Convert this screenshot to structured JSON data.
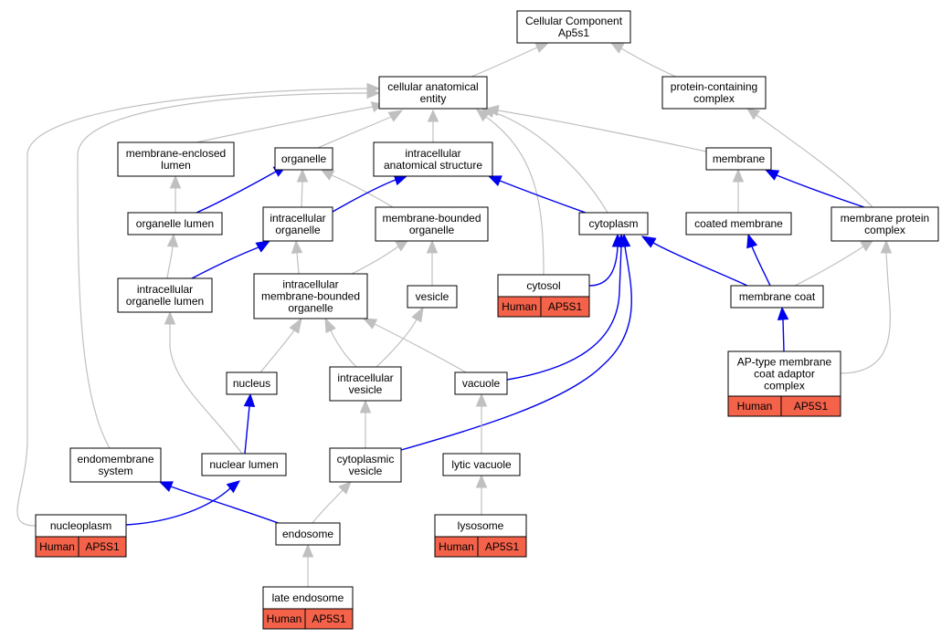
{
  "colors": {
    "node_fill": "#ffffff",
    "annotation_fill": "#f4624a",
    "is_a_edge": "#c0c0c0",
    "part_of_edge": "#0000ee"
  },
  "nodes": {
    "cellular_component": {
      "lines": [
        "Cellular Component",
        "Ap5s1"
      ]
    },
    "cellular_anatomical_entity": {
      "lines": [
        "cellular anatomical",
        "entity"
      ]
    },
    "protein_containing_complex": {
      "lines": [
        "protein-containing",
        "complex"
      ]
    },
    "membrane_enclosed_lumen": {
      "lines": [
        "membrane-enclosed",
        "lumen"
      ]
    },
    "organelle": {
      "lines": [
        "organelle"
      ]
    },
    "intracellular_anatomical_structure": {
      "lines": [
        "intracellular",
        "anatomical structure"
      ]
    },
    "membrane": {
      "lines": [
        "membrane"
      ]
    },
    "organelle_lumen": {
      "lines": [
        "organelle lumen"
      ]
    },
    "intracellular_organelle": {
      "lines": [
        "intracellular",
        "organelle"
      ]
    },
    "membrane_bounded_organelle": {
      "lines": [
        "membrane-bounded",
        "organelle"
      ]
    },
    "cytoplasm": {
      "lines": [
        "cytoplasm"
      ]
    },
    "coated_membrane": {
      "lines": [
        "coated membrane"
      ]
    },
    "membrane_protein_complex": {
      "lines": [
        "membrane protein",
        "complex"
      ]
    },
    "intracellular_organelle_lumen": {
      "lines": [
        "intracellular",
        "organelle lumen"
      ]
    },
    "intracellular_membrane_bounded_organelle": {
      "lines": [
        "intracellular",
        "membrane-bounded",
        "organelle"
      ]
    },
    "vesicle": {
      "lines": [
        "vesicle"
      ]
    },
    "cytosol": {
      "lines": [
        "cytosol"
      ],
      "annotation": [
        "Human",
        "AP5S1"
      ]
    },
    "membrane_coat": {
      "lines": [
        "membrane coat"
      ]
    },
    "ap_type_membrane_coat_adaptor_complex": {
      "lines": [
        "AP-type membrane",
        "coat adaptor",
        "complex"
      ],
      "annotation": [
        "Human",
        "AP5S1"
      ]
    },
    "nucleus": {
      "lines": [
        "nucleus"
      ]
    },
    "intracellular_vesicle": {
      "lines": [
        "intracellular",
        "vesicle"
      ]
    },
    "vacuole": {
      "lines": [
        "vacuole"
      ]
    },
    "endomembrane_system": {
      "lines": [
        "endomembrane",
        "system"
      ]
    },
    "nuclear_lumen": {
      "lines": [
        "nuclear lumen"
      ]
    },
    "cytoplasmic_vesicle": {
      "lines": [
        "cytoplasmic",
        "vesicle"
      ]
    },
    "lytic_vacuole": {
      "lines": [
        "lytic vacuole"
      ]
    },
    "nucleoplasm": {
      "lines": [
        "nucleoplasm"
      ],
      "annotation": [
        "Human",
        "AP5S1"
      ]
    },
    "endosome": {
      "lines": [
        "endosome"
      ]
    },
    "lysosome": {
      "lines": [
        "lysosome"
      ],
      "annotation": [
        "Human",
        "AP5S1"
      ]
    },
    "late_endosome": {
      "lines": [
        "late endosome"
      ],
      "annotation": [
        "Human",
        "AP5S1"
      ]
    }
  },
  "edges": [
    {
      "from": "cellular_anatomical_entity",
      "to": "cellular_component",
      "type": "is_a"
    },
    {
      "from": "protein_containing_complex",
      "to": "cellular_component",
      "type": "is_a"
    },
    {
      "from": "membrane_enclosed_lumen",
      "to": "cellular_anatomical_entity",
      "type": "is_a"
    },
    {
      "from": "organelle",
      "to": "cellular_anatomical_entity",
      "type": "is_a"
    },
    {
      "from": "intracellular_anatomical_structure",
      "to": "cellular_anatomical_entity",
      "type": "is_a"
    },
    {
      "from": "membrane",
      "to": "cellular_anatomical_entity",
      "type": "is_a"
    },
    {
      "from": "cytoplasm",
      "to": "cellular_anatomical_entity",
      "type": "is_a"
    },
    {
      "from": "cytosol",
      "to": "cellular_anatomical_entity",
      "type": "is_a"
    },
    {
      "from": "endomembrane_system",
      "to": "cellular_anatomical_entity",
      "type": "is_a"
    },
    {
      "from": "nucleoplasm",
      "to": "cellular_anatomical_entity",
      "type": "is_a"
    },
    {
      "from": "membrane_protein_complex",
      "to": "protein_containing_complex",
      "type": "is_a"
    },
    {
      "from": "organelle_lumen",
      "to": "membrane_enclosed_lumen",
      "type": "is_a"
    },
    {
      "from": "organelle_lumen",
      "to": "organelle",
      "type": "part_of"
    },
    {
      "from": "intracellular_organelle",
      "to": "organelle",
      "type": "is_a"
    },
    {
      "from": "membrane_bounded_organelle",
      "to": "organelle",
      "type": "is_a"
    },
    {
      "from": "intracellular_organelle",
      "to": "intracellular_anatomical_structure",
      "type": "part_of"
    },
    {
      "from": "cytoplasm",
      "to": "intracellular_anatomical_structure",
      "type": "part_of"
    },
    {
      "from": "coated_membrane",
      "to": "membrane",
      "type": "is_a"
    },
    {
      "from": "membrane_protein_complex",
      "to": "membrane",
      "type": "part_of"
    },
    {
      "from": "intracellular_organelle_lumen",
      "to": "organelle_lumen",
      "type": "is_a"
    },
    {
      "from": "intracellular_organelle_lumen",
      "to": "intracellular_organelle",
      "type": "part_of"
    },
    {
      "from": "intracellular_membrane_bounded_organelle",
      "to": "intracellular_organelle",
      "type": "is_a"
    },
    {
      "from": "intracellular_membrane_bounded_organelle",
      "to": "membrane_bounded_organelle",
      "type": "is_a"
    },
    {
      "from": "vesicle",
      "to": "membrane_bounded_organelle",
      "type": "is_a"
    },
    {
      "from": "cytosol",
      "to": "cytoplasm",
      "type": "part_of"
    },
    {
      "from": "membrane_coat",
      "to": "cytoplasm",
      "type": "part_of"
    },
    {
      "from": "vacuole",
      "to": "cytoplasm",
      "type": "part_of"
    },
    {
      "from": "cytoplasmic_vesicle",
      "to": "cytoplasm",
      "type": "part_of"
    },
    {
      "from": "membrane_coat",
      "to": "coated_membrane",
      "type": "part_of"
    },
    {
      "from": "membrane_coat",
      "to": "membrane_protein_complex",
      "type": "is_a"
    },
    {
      "from": "ap_type_membrane_coat_adaptor_complex",
      "to": "membrane_protein_complex",
      "type": "is_a"
    },
    {
      "from": "ap_type_membrane_coat_adaptor_complex",
      "to": "membrane_coat",
      "type": "part_of"
    },
    {
      "from": "nuclear_lumen",
      "to": "intracellular_organelle_lumen",
      "type": "is_a"
    },
    {
      "from": "nucleus",
      "to": "intracellular_membrane_bounded_organelle",
      "type": "is_a"
    },
    {
      "from": "intracellular_vesicle",
      "to": "intracellular_membrane_bounded_organelle",
      "type": "is_a"
    },
    {
      "from": "vacuole",
      "to": "intracellular_membrane_bounded_organelle",
      "type": "is_a"
    },
    {
      "from": "intracellular_vesicle",
      "to": "vesicle",
      "type": "is_a"
    },
    {
      "from": "nuclear_lumen",
      "to": "nucleus",
      "type": "part_of"
    },
    {
      "from": "cytoplasmic_vesicle",
      "to": "intracellular_vesicle",
      "type": "is_a"
    },
    {
      "from": "lytic_vacuole",
      "to": "vacuole",
      "type": "is_a"
    },
    {
      "from": "nucleoplasm",
      "to": "nuclear_lumen",
      "type": "part_of"
    },
    {
      "from": "endosome",
      "to": "endomembrane_system",
      "type": "part_of"
    },
    {
      "from": "endosome",
      "to": "cytoplasmic_vesicle",
      "type": "is_a"
    },
    {
      "from": "lysosome",
      "to": "lytic_vacuole",
      "type": "is_a"
    },
    {
      "from": "late_endosome",
      "to": "endosome",
      "type": "is_a"
    }
  ]
}
